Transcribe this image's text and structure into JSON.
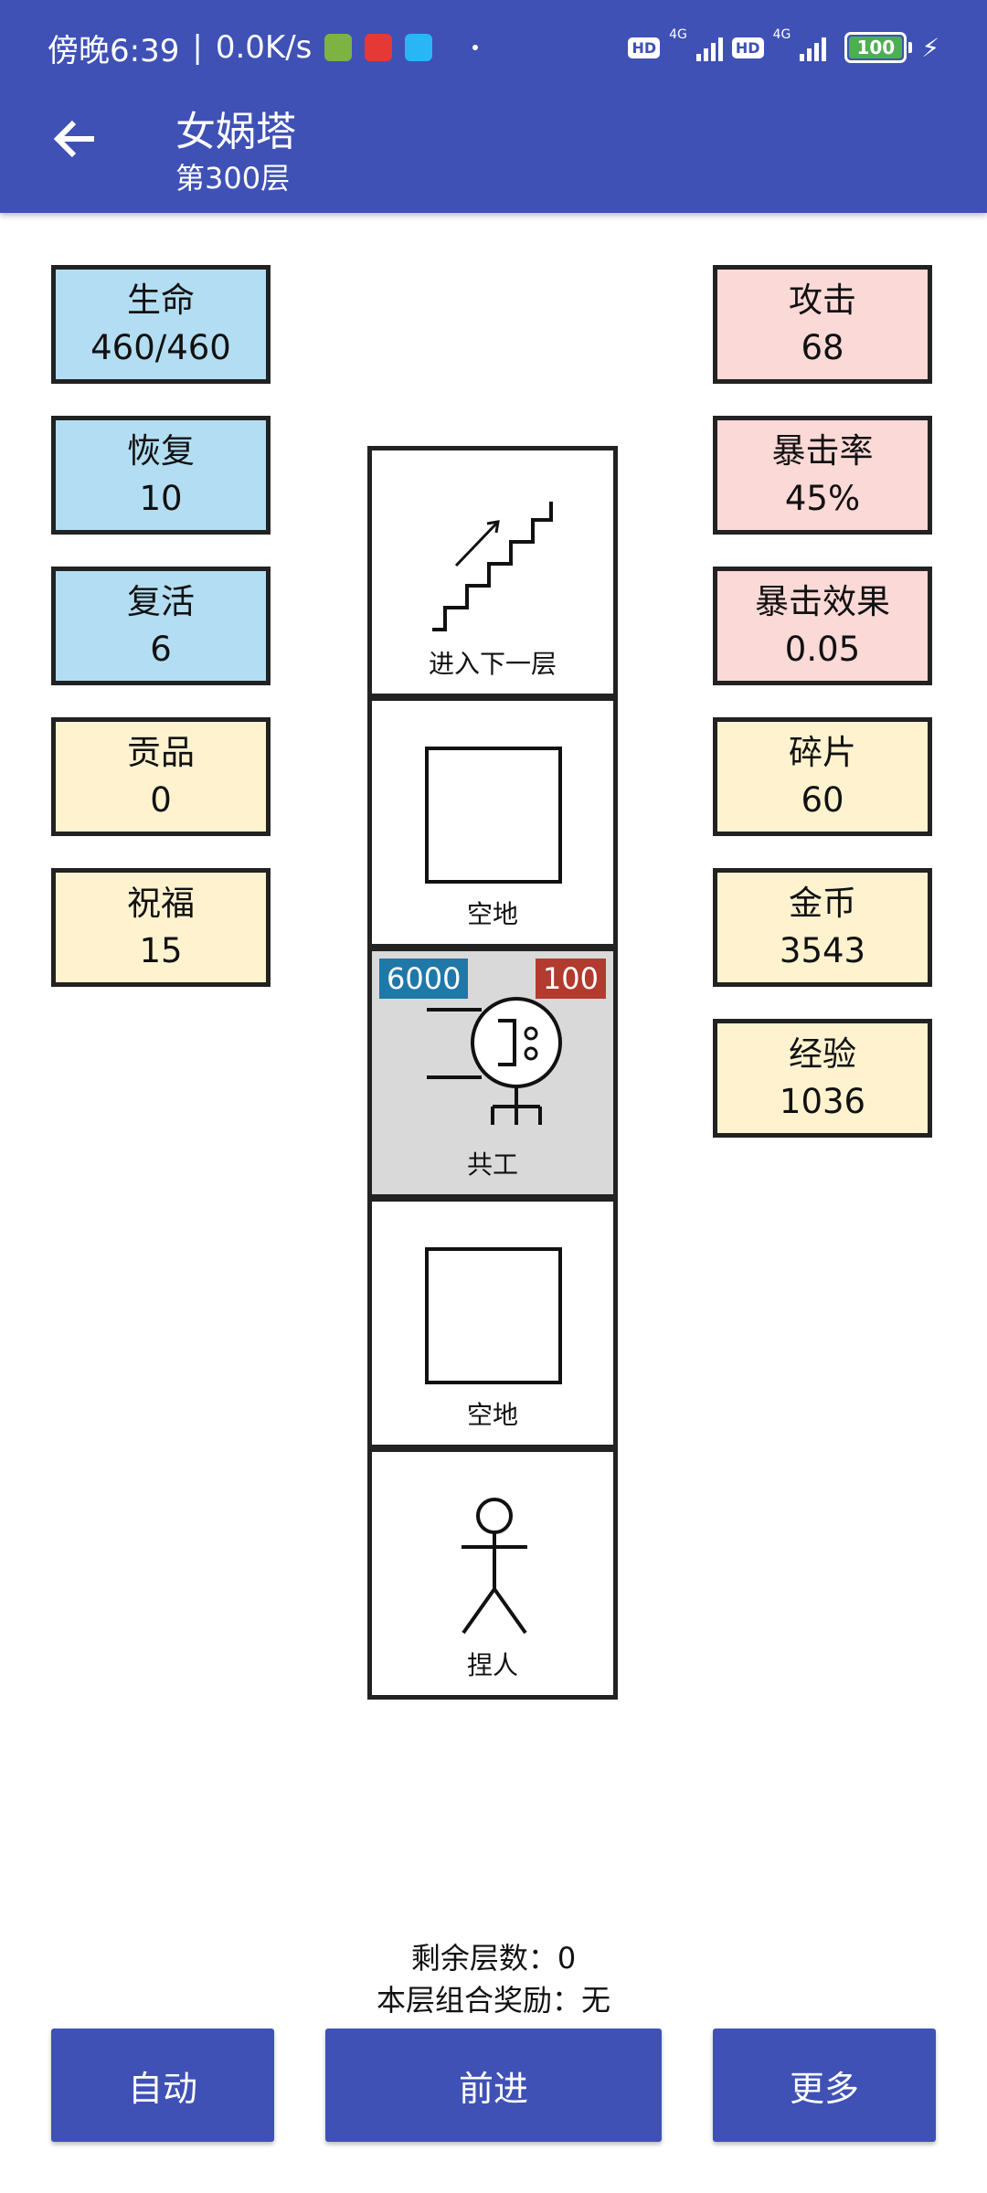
{
  "status_bar": {
    "time": "傍晚6:39",
    "net_speed": "0.0K/s",
    "separator": "|",
    "hd1": "HD",
    "net1": "4G",
    "hd2": "HD",
    "net2": "4G",
    "battery": "100",
    "battery_level": 1.0
  },
  "app_bar": {
    "title": "女娲塔",
    "subtitle": "第300层"
  },
  "left_stats": [
    {
      "label": "生命",
      "value": "460/460"
    },
    {
      "label": "恢复",
      "value": "10"
    },
    {
      "label": "复活",
      "value": "6"
    },
    {
      "label": "贡品",
      "value": "0"
    },
    {
      "label": "祝福",
      "value": "15"
    }
  ],
  "right_stats": [
    {
      "label": "攻击",
      "value": "68"
    },
    {
      "label": "暴击率",
      "value": "45%"
    },
    {
      "label": "暴击效果",
      "value": "0.05"
    },
    {
      "label": "碎片",
      "value": "60"
    },
    {
      "label": "金币",
      "value": "3543"
    },
    {
      "label": "经验",
      "value": "1036"
    }
  ],
  "tower": [
    {
      "label": "进入下一层"
    },
    {
      "label": "空地"
    },
    {
      "label": "共工",
      "hp": "6000",
      "atk": "100"
    },
    {
      "label": "空地"
    },
    {
      "label": "捏人"
    }
  ],
  "info": {
    "remaining": "剩余层数：0",
    "bonus": "本层组合奖励：无"
  },
  "buttons": {
    "auto": "自动",
    "forward": "前进",
    "more": "更多"
  },
  "colors": {
    "primary": "#3f51b5",
    "stat_blue": "#b3ddf2",
    "stat_pink": "#fbd9d7",
    "stat_yellow": "#fff3cf",
    "hp_badge": "#1f78a8",
    "atk_badge": "#b23a2e"
  }
}
